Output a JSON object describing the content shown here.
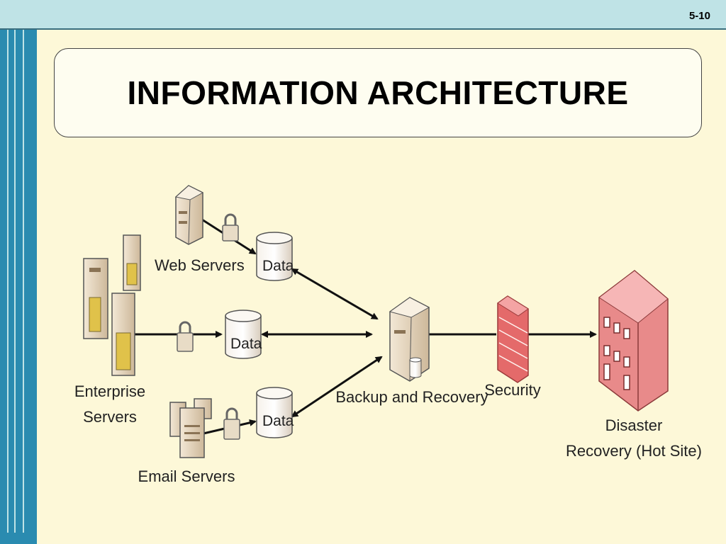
{
  "slide_number": "5-10",
  "title": "INFORMATION ARCHITECTURE",
  "nodes": {
    "web_servers": "Web Servers",
    "enterprise_servers_line1": "Enterprise",
    "enterprise_servers_line2": "Servers",
    "email_servers": "Email Servers",
    "data_top": "Data",
    "data_mid": "Data",
    "data_bottom": "Data",
    "backup": "Backup and Recovery",
    "security": "Security",
    "disaster_line1": "Disaster",
    "disaster_line2": "Recovery (Hot Site)"
  },
  "icons": [
    "server-tower-icon",
    "lock-icon",
    "database-icon",
    "firewall-icon",
    "building-icon"
  ],
  "colors": {
    "background": "#fdf8d8",
    "top_bar": "#bfe3e6",
    "left_bar": "#2a8bb0",
    "building": "#e88a8a",
    "firewall": "#e46a6a"
  }
}
